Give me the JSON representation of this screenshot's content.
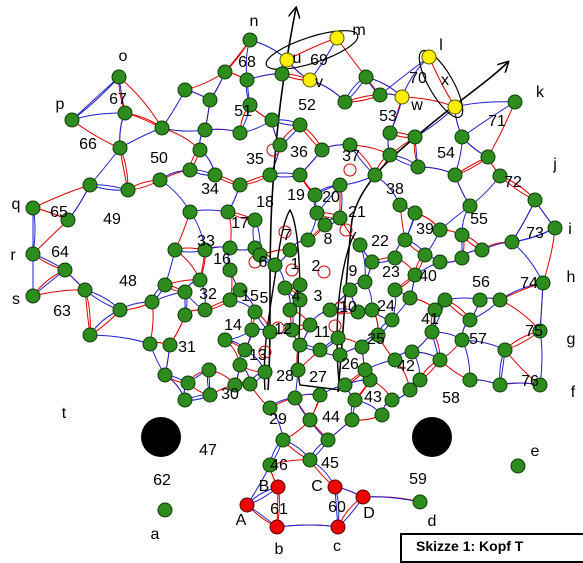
{
  "caption": "Skizze 1: Kopf T",
  "colors": {
    "node_green": "#2e8b1e",
    "node_yellow": "#ffee00",
    "node_red": "#ee0000",
    "edge_red": "#dd0000",
    "edge_blue": "#1f1fd0",
    "hole": "#000000"
  },
  "number_labels": [
    "1",
    "2",
    "3",
    "4",
    "5",
    "6",
    "7",
    "8",
    "9",
    "10",
    "11",
    "12",
    "13",
    "14",
    "15",
    "16",
    "17",
    "18",
    "19",
    "20",
    "21",
    "22",
    "23",
    "24",
    "25",
    "26",
    "27",
    "28",
    "29",
    "30",
    "31",
    "32",
    "33",
    "34",
    "35",
    "36",
    "37",
    "38",
    "39",
    "40",
    "41",
    "42",
    "43",
    "44",
    "45",
    "46",
    "47",
    "48",
    "49",
    "50",
    "51",
    "52",
    "53",
    "54",
    "55",
    "56",
    "57",
    "58",
    "59",
    "60",
    "61",
    "62",
    "63",
    "64",
    "65",
    "66",
    "67",
    "68",
    "69",
    "70",
    "71",
    "72",
    "73",
    "74",
    "75",
    "76"
  ],
  "letter_labels": [
    "a",
    "b",
    "c",
    "d",
    "e",
    "f",
    "g",
    "h",
    "i",
    "j",
    "k",
    "l",
    "m",
    "n",
    "o",
    "p",
    "q",
    "r",
    "s",
    "t",
    "u",
    "v",
    "w",
    "x",
    "A",
    "B",
    "C",
    "D"
  ]
}
